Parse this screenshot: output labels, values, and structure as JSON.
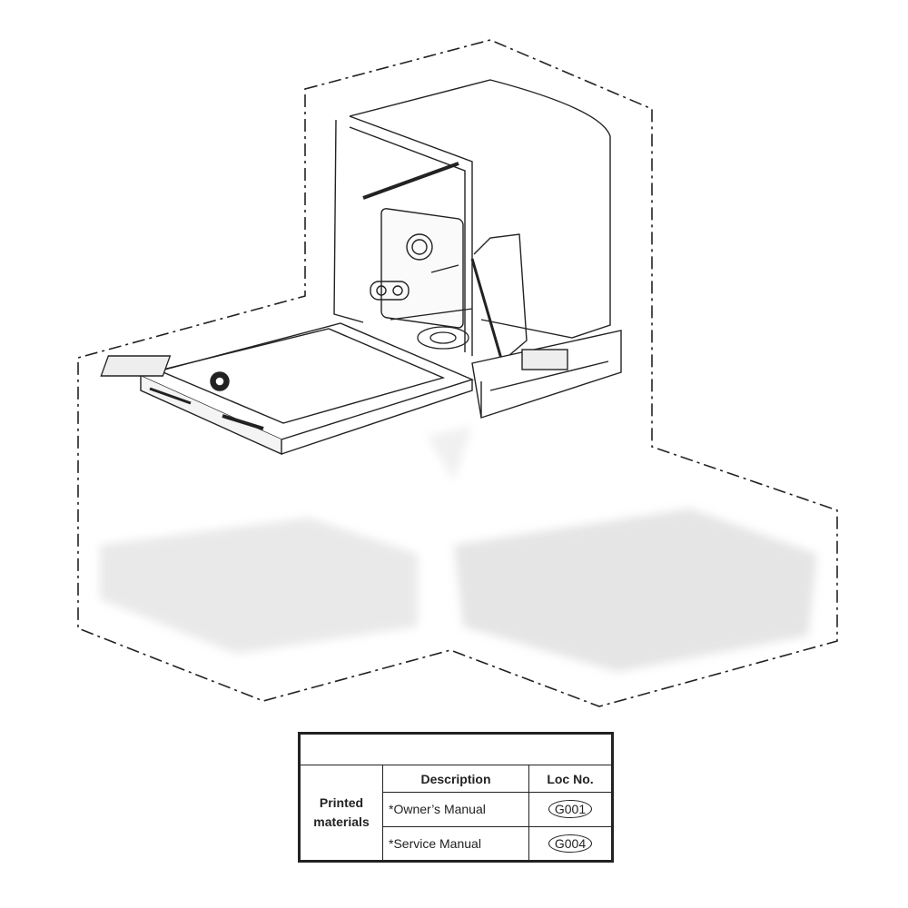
{
  "table": {
    "header_description": "Description",
    "header_loc": "Loc No.",
    "group_label_line1": "Printed",
    "group_label_line2": "materials",
    "rows": [
      {
        "description": "*Owner’s Manual",
        "loc": "G001"
      },
      {
        "description": "*Service Manual",
        "loc": "G004"
      }
    ]
  }
}
